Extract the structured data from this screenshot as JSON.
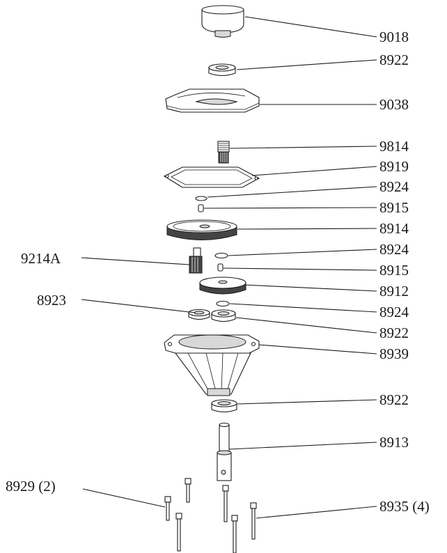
{
  "diagram": {
    "type": "exploded-parts-diagram",
    "callouts": [
      {
        "id": "9018",
        "label": "9018"
      },
      {
        "id": "8922-top",
        "label": "8922"
      },
      {
        "id": "9038",
        "label": "9038"
      },
      {
        "id": "9814",
        "label": "9814"
      },
      {
        "id": "8919",
        "label": "8919"
      },
      {
        "id": "8924-a",
        "label": "8924"
      },
      {
        "id": "8915-a",
        "label": "8915"
      },
      {
        "id": "8914",
        "label": "8914"
      },
      {
        "id": "9214A",
        "label": "9214A"
      },
      {
        "id": "8924-b",
        "label": "8924"
      },
      {
        "id": "8915-b",
        "label": "8915"
      },
      {
        "id": "8912",
        "label": "8912"
      },
      {
        "id": "8923",
        "label": "8923"
      },
      {
        "id": "8924-c",
        "label": "8924"
      },
      {
        "id": "8922-mid",
        "label": "8922"
      },
      {
        "id": "8939",
        "label": "8939"
      },
      {
        "id": "8922-low",
        "label": "8922"
      },
      {
        "id": "8913",
        "label": "8913"
      },
      {
        "id": "8929",
        "label": "8929 (2)"
      },
      {
        "id": "8935",
        "label": "8935 (4)"
      }
    ]
  }
}
